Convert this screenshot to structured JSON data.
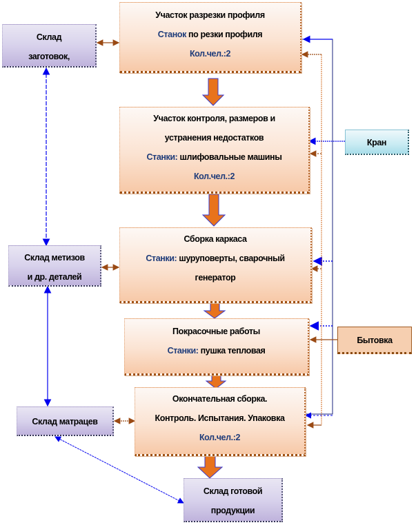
{
  "diagram": {
    "process_steps": [
      {
        "id": "cutting",
        "title": "Участок разрезки профиля",
        "equipment_label": "Станок",
        "equipment": " по резки профиля",
        "staff": "Кол.чел.:2"
      },
      {
        "id": "control",
        "title_line1": "Участок контроля, размеров и",
        "title_line2": "устранения недостатков",
        "equipment_label": "Станки:",
        "equipment": " шлифовальные машины",
        "staff": "Кол.чел.:2"
      },
      {
        "id": "frame",
        "title": "Сборка каркаса",
        "equipment_label": "Станки:",
        "equipment": " шуруповерты, сварочный",
        "equipment_line2": "генератор"
      },
      {
        "id": "painting",
        "title": "Покрасочные работы",
        "equipment_label": "Станки:",
        "equipment": " пушка тепловая"
      },
      {
        "id": "final",
        "title_line1": "Окончательная сборка.",
        "title_line2": "Контроль. Испытания. Упаковка",
        "staff": "Кол.чел.:2"
      }
    ],
    "warehouses": [
      {
        "id": "blanks",
        "line1": "Склад",
        "line2": "заготовок,"
      },
      {
        "id": "hardware",
        "line1": "Склад метизов",
        "line2": "и др. деталей"
      },
      {
        "id": "mattress",
        "line1": "Склад матрацев"
      },
      {
        "id": "finished",
        "line1": "Склад готовой",
        "line2": "продукции"
      }
    ],
    "resources": [
      {
        "id": "crane",
        "label": "Кран"
      },
      {
        "id": "hut",
        "label": "Бытовка"
      }
    ],
    "colors": {
      "flow_arrow": "#e8731c",
      "flow_arrow_border": "#3a3acc",
      "link_brown": "#9a4a14",
      "link_blue": "#0000ee",
      "crane_line": "#1a237e",
      "hut_line": "#d2691e"
    }
  }
}
